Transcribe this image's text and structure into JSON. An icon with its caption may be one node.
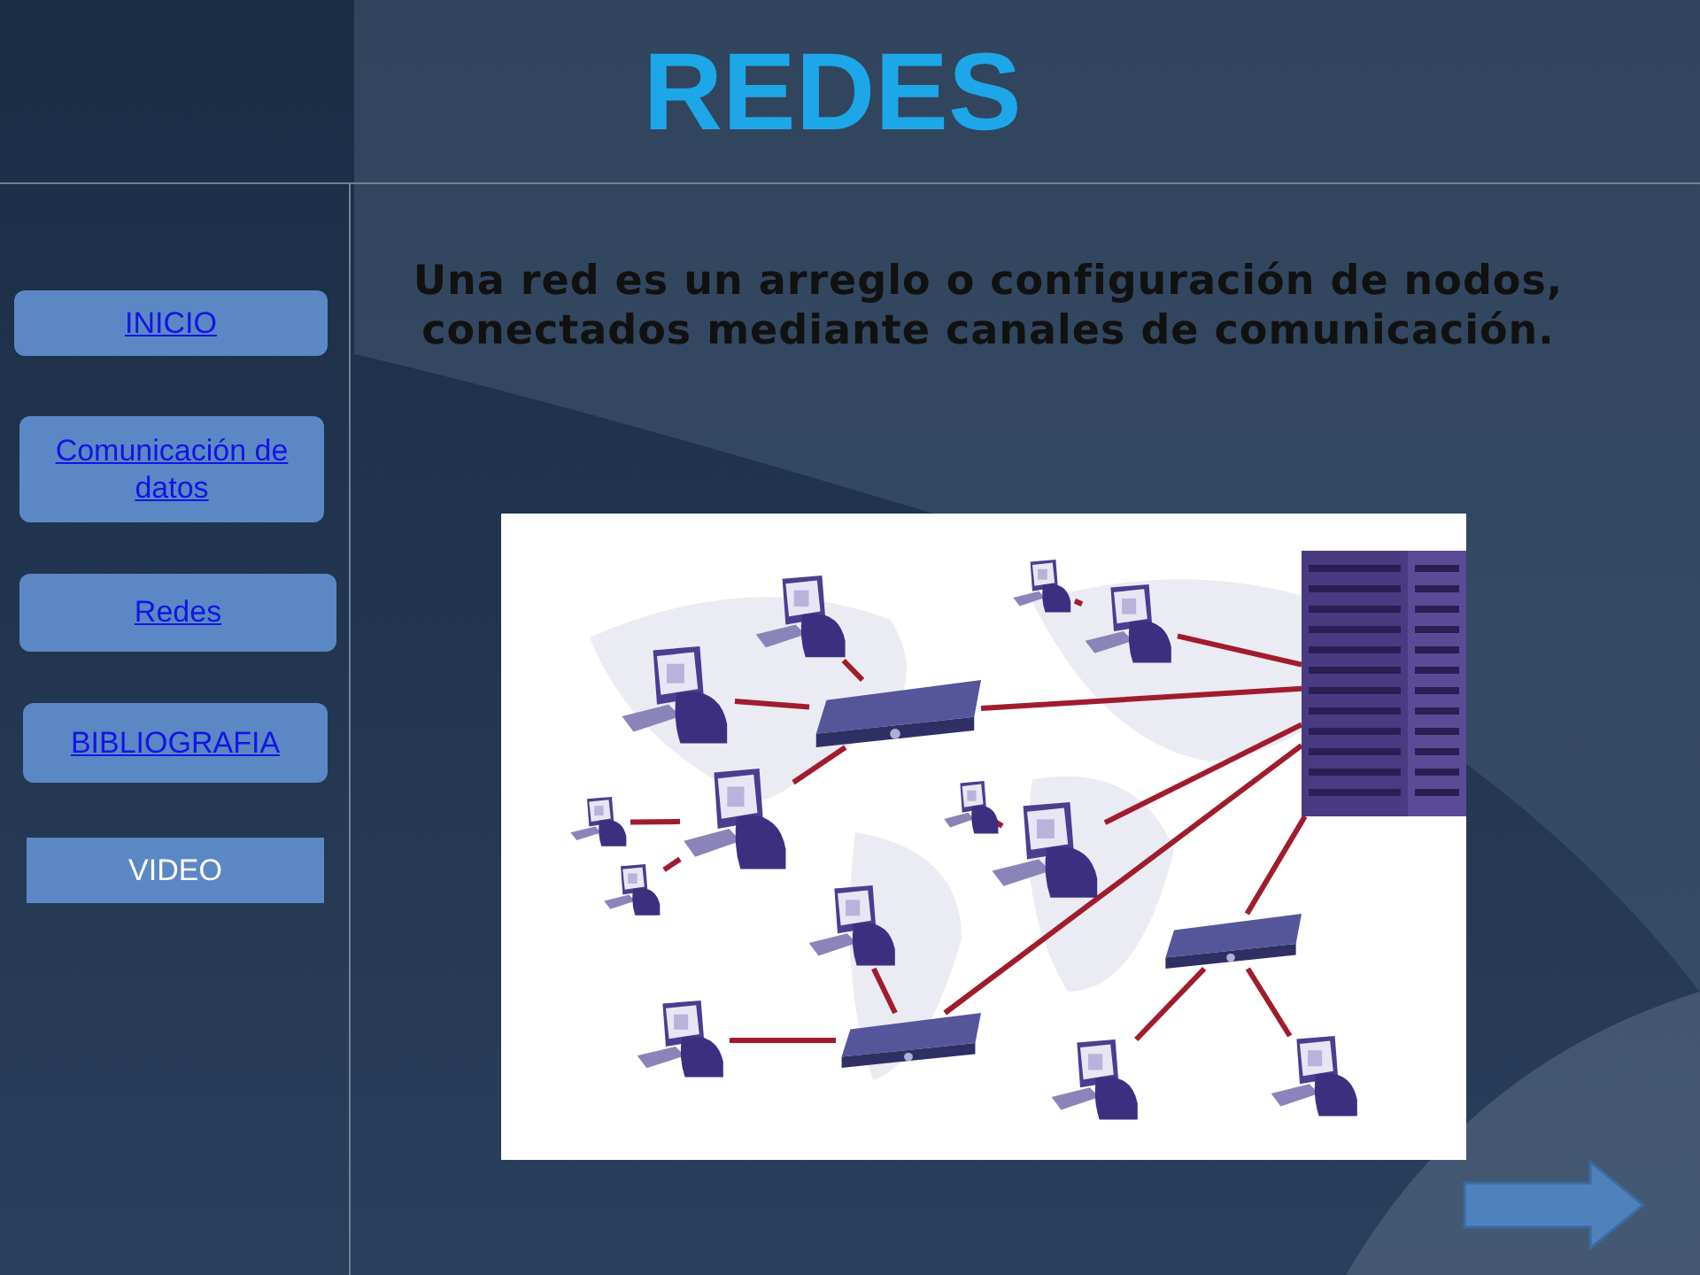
{
  "diagram": {
    "title": "REDES",
    "nodes": [
      {
        "text": [
          "INICIO"
        ]
      },
      {
        "text": [
          "Comunicación de datos"
        ]
      },
      {
        "text": [
          "Redes"
        ]
      },
      {
        "text": [
          "BIBLIOGRAFIA"
        ]
      },
      {
        "text": [
          "VIDEO"
        ]
      },
      {
        "text": [],
        "shape": "computer"
      },
      {
        "text": [],
        "shape": "computer"
      },
      {
        "text": [],
        "shape": "computer"
      },
      {
        "text": [],
        "shape": "rack"
      },
      {
        "text": [],
        "shape": "computer"
      },
      {
        "text": [],
        "shape": "server"
      },
      {
        "text": [],
        "shape": "computer"
      },
      {
        "text": [],
        "shape": "computer"
      },
      {
        "text": [],
        "shape": "computer"
      },
      {
        "text": [],
        "shape": "computer"
      },
      {
        "text": [],
        "shape": "computer"
      },
      {
        "text": [],
        "shape": "computer"
      },
      {
        "text": [],
        "shape": "server"
      },
      {
        "text": [],
        "shape": "computer"
      },
      {
        "text": [],
        "shape": "server"
      },
      {
        "text": [],
        "shape": "computer"
      },
      {
        "text": [],
        "shape": "computer"
      }
    ],
    "edges": [
      {
        "from": 6,
        "to": 10,
        "arrow": "none"
      },
      {
        "from": 9,
        "to": 10,
        "arrow": "none"
      },
      {
        "from": 10,
        "to": 8,
        "arrow": "none"
      },
      {
        "from": 5,
        "to": 7,
        "arrow": "none"
      },
      {
        "from": 7,
        "to": 8,
        "arrow": "none"
      },
      {
        "from": 10,
        "to": 12,
        "arrow": "none"
      },
      {
        "from": 13,
        "to": 12,
        "arrow": "none"
      },
      {
        "from": 15,
        "to": 12,
        "arrow": "none"
      },
      {
        "from": 11,
        "to": 14,
        "arrow": "none"
      },
      {
        "from": 14,
        "to": 8,
        "arrow": "none"
      },
      {
        "from": 19,
        "to": 8,
        "arrow": "none"
      },
      {
        "from": 17,
        "to": 8,
        "arrow": "none"
      },
      {
        "from": 16,
        "to": 19,
        "arrow": "none"
      },
      {
        "from": 18,
        "to": 19,
        "arrow": "none"
      },
      {
        "from": 17,
        "to": 21,
        "arrow": "none"
      },
      {
        "from": 17,
        "to": 20,
        "arrow": "none"
      }
    ],
    "labels": [
      "Una red es un arreglo o configuración de nodos, conectados mediante canales de comunicación."
    ]
  }
}
